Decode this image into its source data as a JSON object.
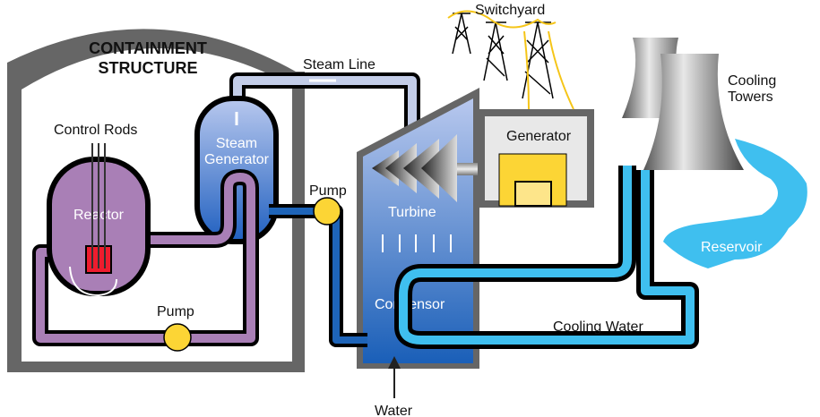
{
  "title": "Pressurized Water Reactor Diagram",
  "labels": {
    "containment_line1": "CONTAINMENT",
    "containment_line2": "STRUCTURE",
    "control_rods": "Control Rods",
    "reactor": "Reactor",
    "steam_gen_line1": "Steam",
    "steam_gen_line2": "Generator",
    "steam_line": "Steam Line",
    "pump_primary": "Pump",
    "pump_secondary": "Pump",
    "switchyard": "Switchyard",
    "generator": "Generator",
    "turbine": "Turbine",
    "condensor": "Condensor",
    "cooling_water": "Cooling Water",
    "cooling_towers_line1": "Cooling",
    "cooling_towers_line2": "Towers",
    "reservoir": "Reservoir",
    "water": "Water"
  },
  "colors": {
    "containment": "#666666",
    "primary_loop": "#a97fb6",
    "steam": "#c3cde8",
    "secondary_loop": "#1e64b8",
    "cooling_loop": "#3fbfef",
    "pump": "#fcd535",
    "core": "#ee1c2e",
    "generator": "#fcd535"
  }
}
